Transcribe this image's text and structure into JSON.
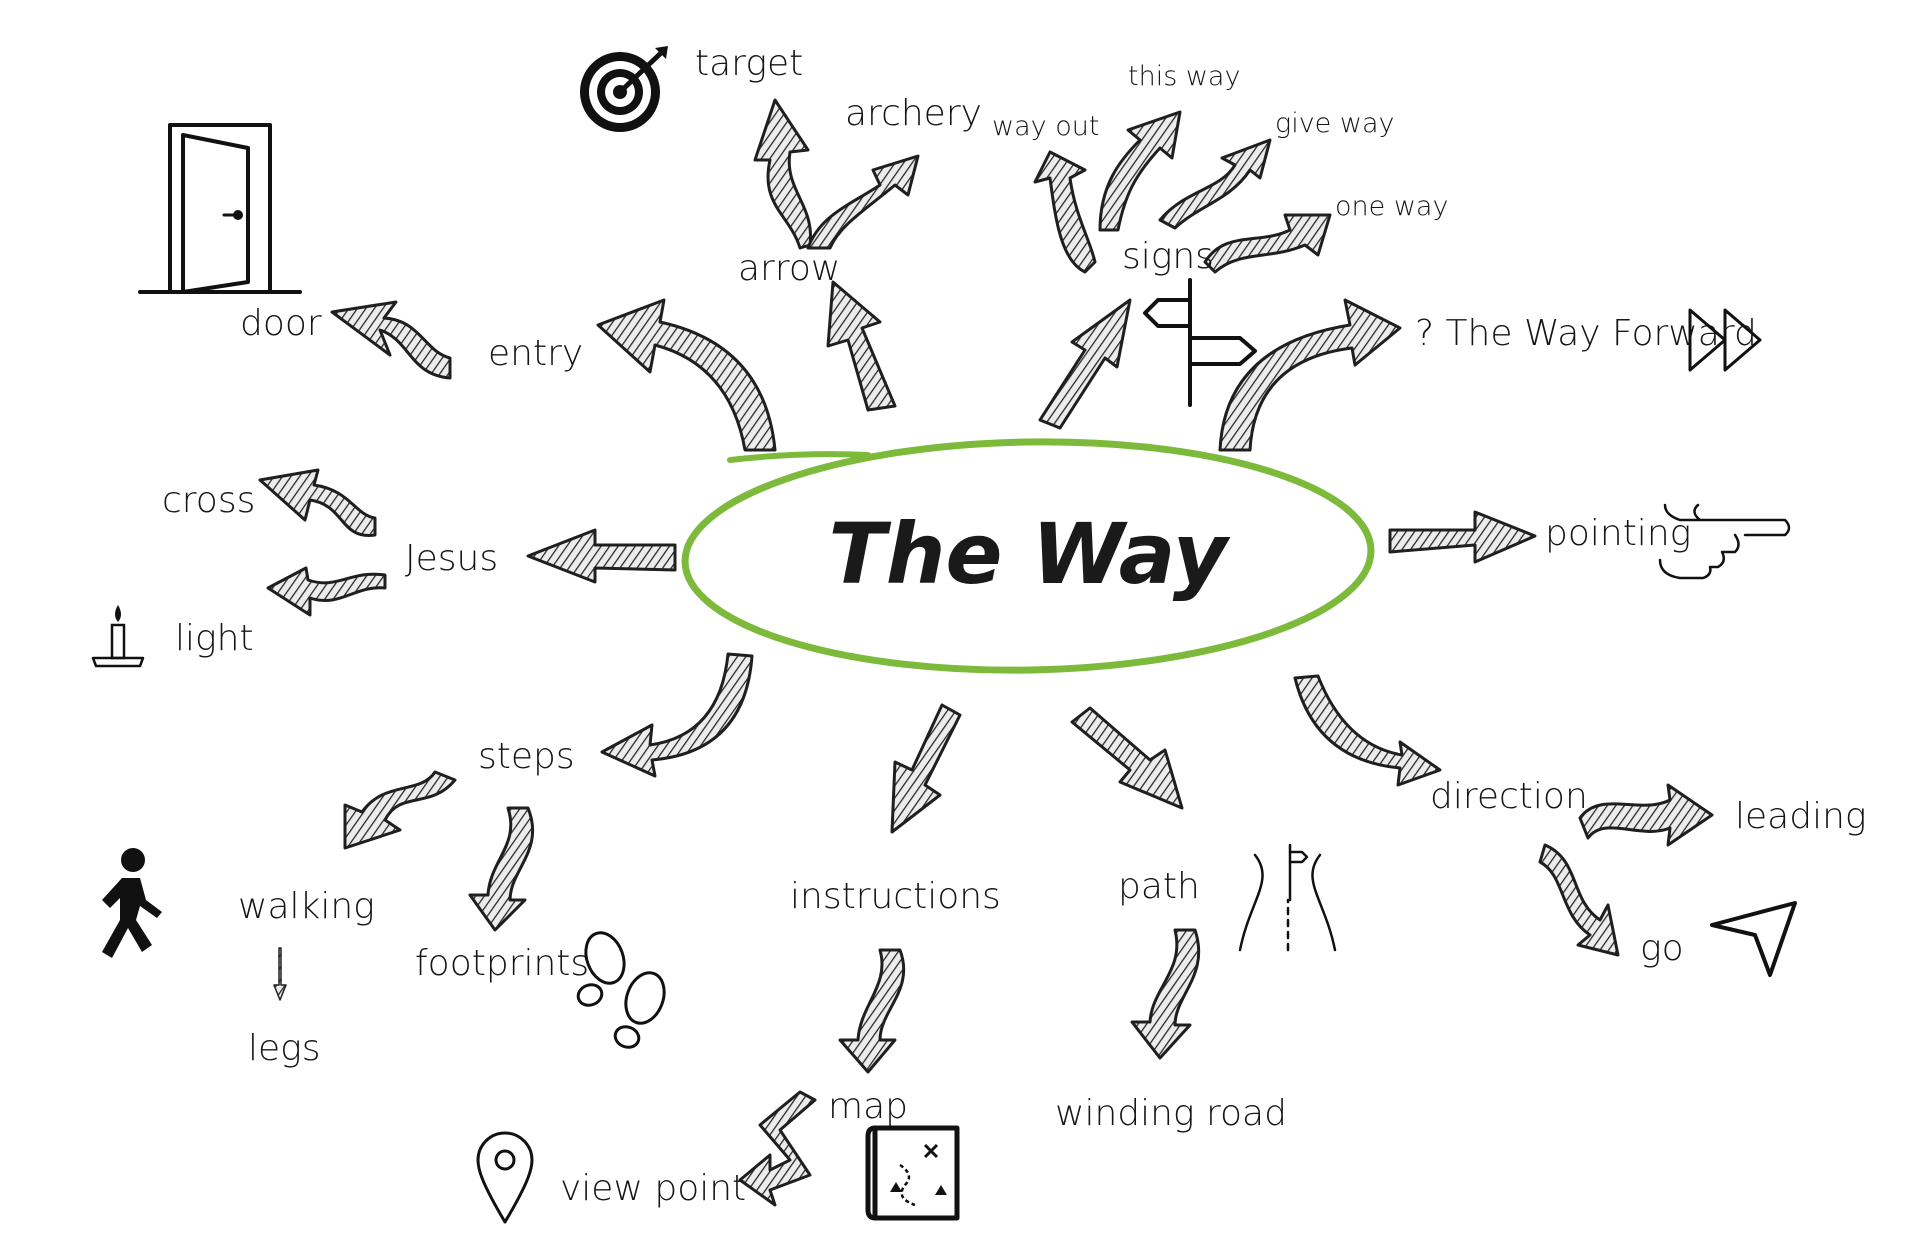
{
  "center": {
    "title": "The Way",
    "ring_color": "#7dba3c"
  },
  "labels": {
    "target": "target",
    "archery": "archery",
    "arrow": "arrow",
    "this_way": "this way",
    "way_out": "way out",
    "give_way": "give way",
    "one_way": "one way",
    "signs": "signs",
    "door": "door",
    "entry": "entry",
    "the_way_forward": "? The Way Forward",
    "cross": "cross",
    "jesus": "Jesus",
    "light": "light",
    "pointing": "pointing",
    "steps": "steps",
    "walking": "walking",
    "legs": "legs",
    "footprints": "footprints",
    "instructions": "instructions",
    "map": "map",
    "view_point": "view point",
    "path": "path",
    "winding_road": "winding road",
    "direction": "direction",
    "leading": "leading",
    "go": "go"
  },
  "icons": [
    "target-icon",
    "door-icon",
    "signpost-icon",
    "fast-forward-icon",
    "candle-icon",
    "pointing-hand-icon",
    "walking-person-icon",
    "footprints-icon",
    "location-pin-icon",
    "treasure-map-icon",
    "road-icon",
    "navigation-arrow-icon"
  ]
}
